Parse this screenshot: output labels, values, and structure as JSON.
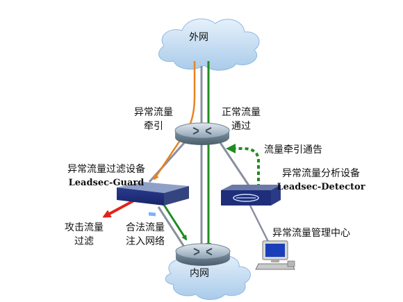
{
  "clouds": {
    "external": "外网",
    "internal": "内网"
  },
  "flows": {
    "abnormal_divert": [
      "异常流量",
      "牵引"
    ],
    "normal_pass": [
      "正常流量",
      "通过"
    ],
    "divert_notice": "流量牵引通告",
    "attack_filter": [
      "攻击流量",
      "过滤"
    ],
    "legit_inject": [
      "合法流量",
      "注入网络"
    ]
  },
  "devices": {
    "guard": {
      "title": "异常流量过滤设备",
      "model": "Leadsec-Guard"
    },
    "detector": {
      "title": "异常流量分析设备",
      "model": "Leadsec-Detector"
    },
    "management": {
      "title": "异常流量管理中心"
    }
  },
  "colors": {
    "abnormal": "#e8841e",
    "normal": "#1f8c1f",
    "attack": "#e0241b",
    "link": "#8a8fa0",
    "cloud": "#b9d6f0"
  }
}
